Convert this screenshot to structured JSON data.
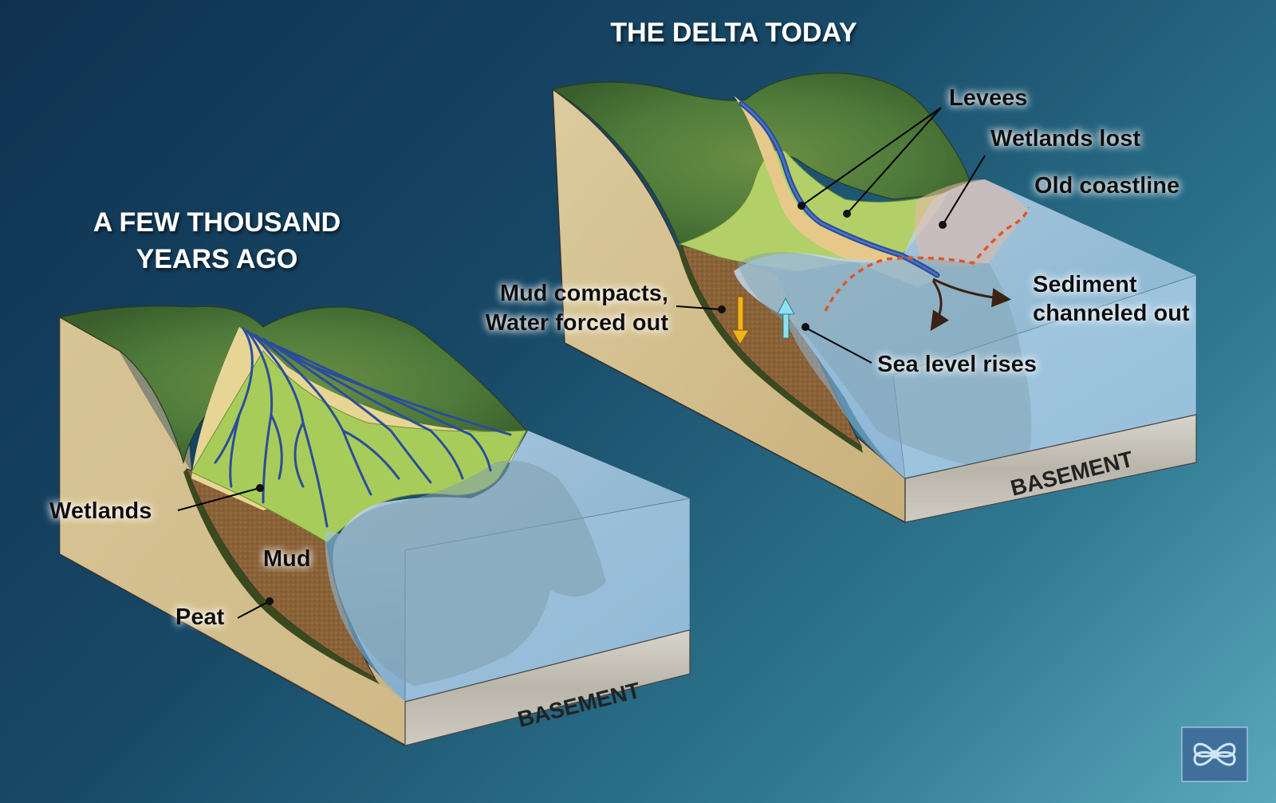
{
  "left_block": {
    "title_line1": "A FEW THOUSAND",
    "title_line2": "YEARS AGO",
    "labels": {
      "wetlands": "Wetlands",
      "mud": "Mud",
      "peat": "Peat",
      "basement": "BASEMENT"
    }
  },
  "right_block": {
    "title": "THE DELTA TODAY",
    "labels": {
      "levees": "Levees",
      "wetlands_lost": "Wetlands lost",
      "old_coastline": "Old coastline",
      "mud_compacts_line1": "Mud compacts,",
      "mud_compacts_line2": "Water forced out",
      "sediment_line1": "Sediment",
      "sediment_line2": "channeled out",
      "sea_level": "Sea level rises",
      "basement": "BASEMENT"
    }
  },
  "colors": {
    "background_dark": "#0f3150",
    "background_light": "#5aa7bb",
    "terrain_green": "#4e7a3a",
    "wetland_green": "#a8cc5a",
    "sand": "#d9c79b",
    "mud_brown": "#8a6238",
    "peat_dark": "#3a4a1e",
    "water_blue": "#a9cde6",
    "coastline_orange": "#e0562a",
    "arrow_down": "#f2b21c",
    "arrow_up": "#8ee0ee"
  },
  "icons": {
    "logo": "knot-logo-icon"
  }
}
